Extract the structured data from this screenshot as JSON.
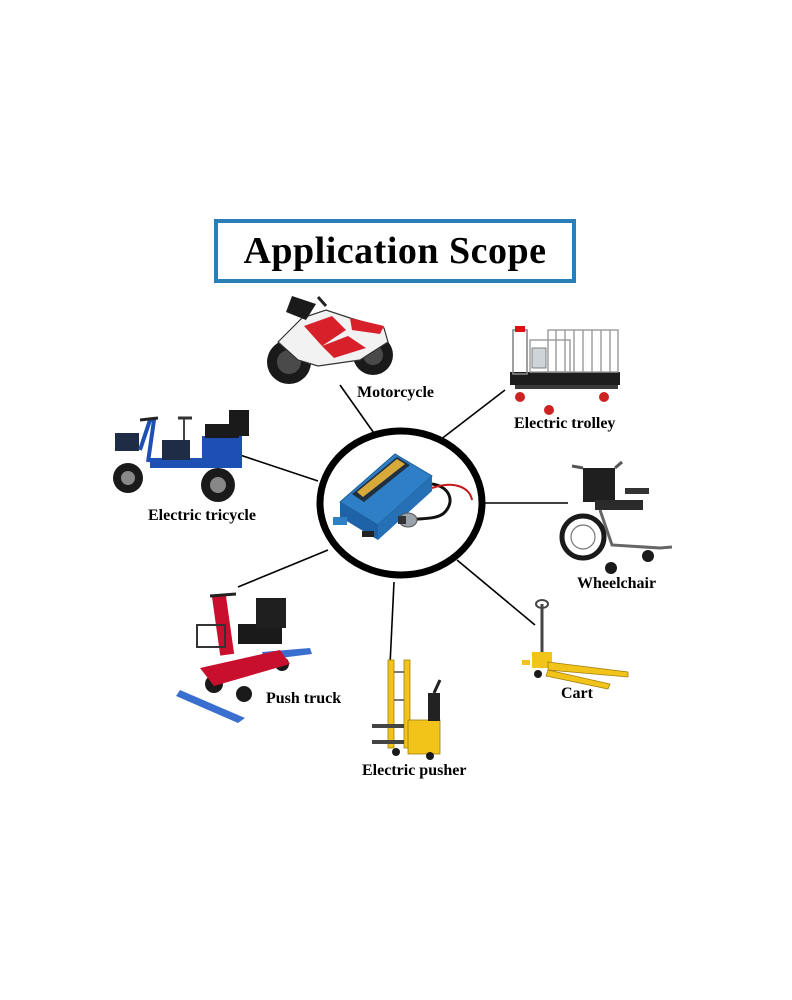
{
  "title": "Application Scope",
  "hub": {
    "name": "battery-charger",
    "body_color": "#2f7fc6",
    "ring_color": "#000000"
  },
  "applications": [
    {
      "id": "motorcycle",
      "label": "Motorcycle"
    },
    {
      "id": "trolley",
      "label": "Electric trolley"
    },
    {
      "id": "tricycle",
      "label": "Electric tricycle"
    },
    {
      "id": "wheelchair",
      "label": "Wheelchair"
    },
    {
      "id": "pushtruck",
      "label": "Push truck"
    },
    {
      "id": "cart",
      "label": "Cart"
    },
    {
      "id": "pusher",
      "label": "Electric pusher"
    }
  ],
  "colors": {
    "title_border": "#2a7fb8",
    "connector": "#000000",
    "charger": "#2f7fc6",
    "motorcycle": "#d8202a",
    "scooter": "#c8102e",
    "forklift": "#f2c318",
    "tricycle": "#1e4fb3"
  }
}
